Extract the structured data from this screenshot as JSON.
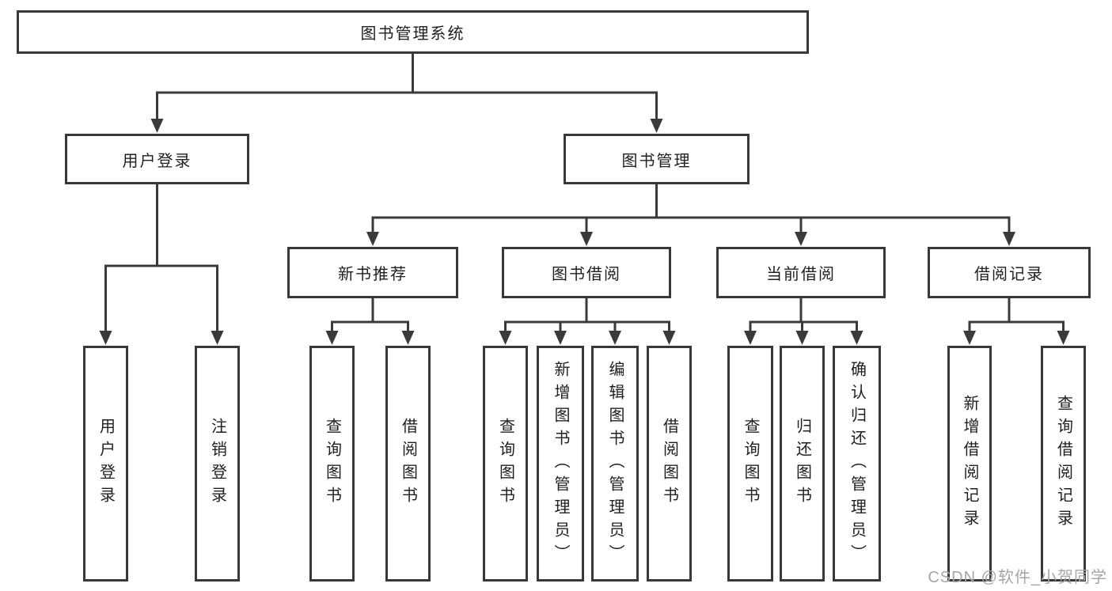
{
  "diagram": {
    "root": "图书管理系统",
    "user_login": {
      "label": "用户登录",
      "children": [
        "用户登录",
        "注销登录"
      ]
    },
    "book_mgmt": {
      "label": "图书管理",
      "sections": [
        {
          "label": "新书推荐",
          "children": [
            "查询图书",
            "借阅图书"
          ]
        },
        {
          "label": "图书借阅",
          "children": [
            "查询图书",
            "新增图书（管理员）",
            "编辑图书（管理员）",
            "借阅图书"
          ]
        },
        {
          "label": "当前借阅",
          "children": [
            "查询图书",
            "归还图书",
            "确认归还（管理员）"
          ]
        },
        {
          "label": "借阅记录",
          "children": [
            "新增借阅记录",
            "查询借阅记录"
          ]
        }
      ]
    }
  },
  "watermark": "CSDN @软件_小贺同学",
  "colors": {
    "line": "#3a3a3a",
    "box_border": "#383838",
    "box_fill": "#ffffff",
    "text": "#1f1f1f",
    "watermark": "#a6a6a6",
    "background": "#ffffff"
  }
}
